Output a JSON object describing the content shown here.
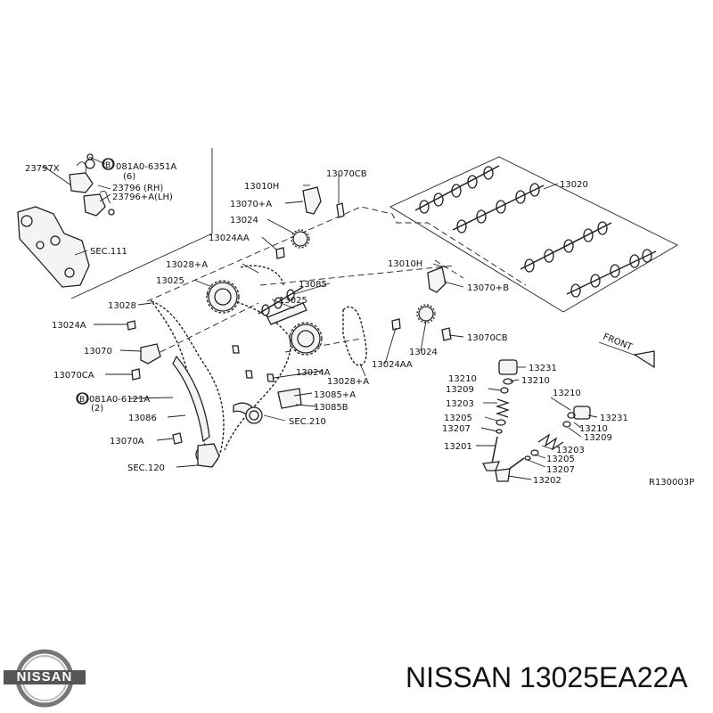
{
  "labels": {
    "l1": "23797X",
    "l2": "081A0-6351A",
    "l3": "(6)",
    "l4": "23796  (RH)",
    "l5": "23796+A(LH)",
    "l6": "SEC.111",
    "l7": "13010H",
    "l8": "13070CB",
    "l9": "13070+A",
    "l10": "13024",
    "l11": "13024AA",
    "l12": "13028+A",
    "l13": "13025",
    "l14": "13085",
    "l15": "13025",
    "l16": "13028",
    "l17": "13024A",
    "l18": "13070",
    "l19": "13070CA",
    "l20": "081A0-6121A",
    "l21": "(2)",
    "l22": "13086",
    "l23": "13070A",
    "l24": "SEC.120",
    "l25": "13024A",
    "l26": "13085+A",
    "l27": "13085B",
    "l28": "SEC.210",
    "l29": "13028+A",
    "l30": "13024AA",
    "l31": "13024",
    "l32": "13070CB",
    "l33": "13010H",
    "l34": "13070+B",
    "l35": "13020",
    "l36": "FRONT",
    "l37": "13231",
    "l38": "13210",
    "l39": "13210",
    "l40": "13209",
    "l41": "13203",
    "l42": "13205",
    "l43": "13207",
    "l44": "13201",
    "l45": "13210",
    "l46": "13231",
    "l47": "13210",
    "l48": "13209",
    "l49": "13203",
    "l50": "13205",
    "l51": "13207",
    "l52": "13202",
    "l53": "R130003P",
    "b1": "B",
    "b2": "B"
  },
  "brand": {
    "logo_text": "NISSAN",
    "part_caption": "NISSAN 13025EA22A"
  }
}
